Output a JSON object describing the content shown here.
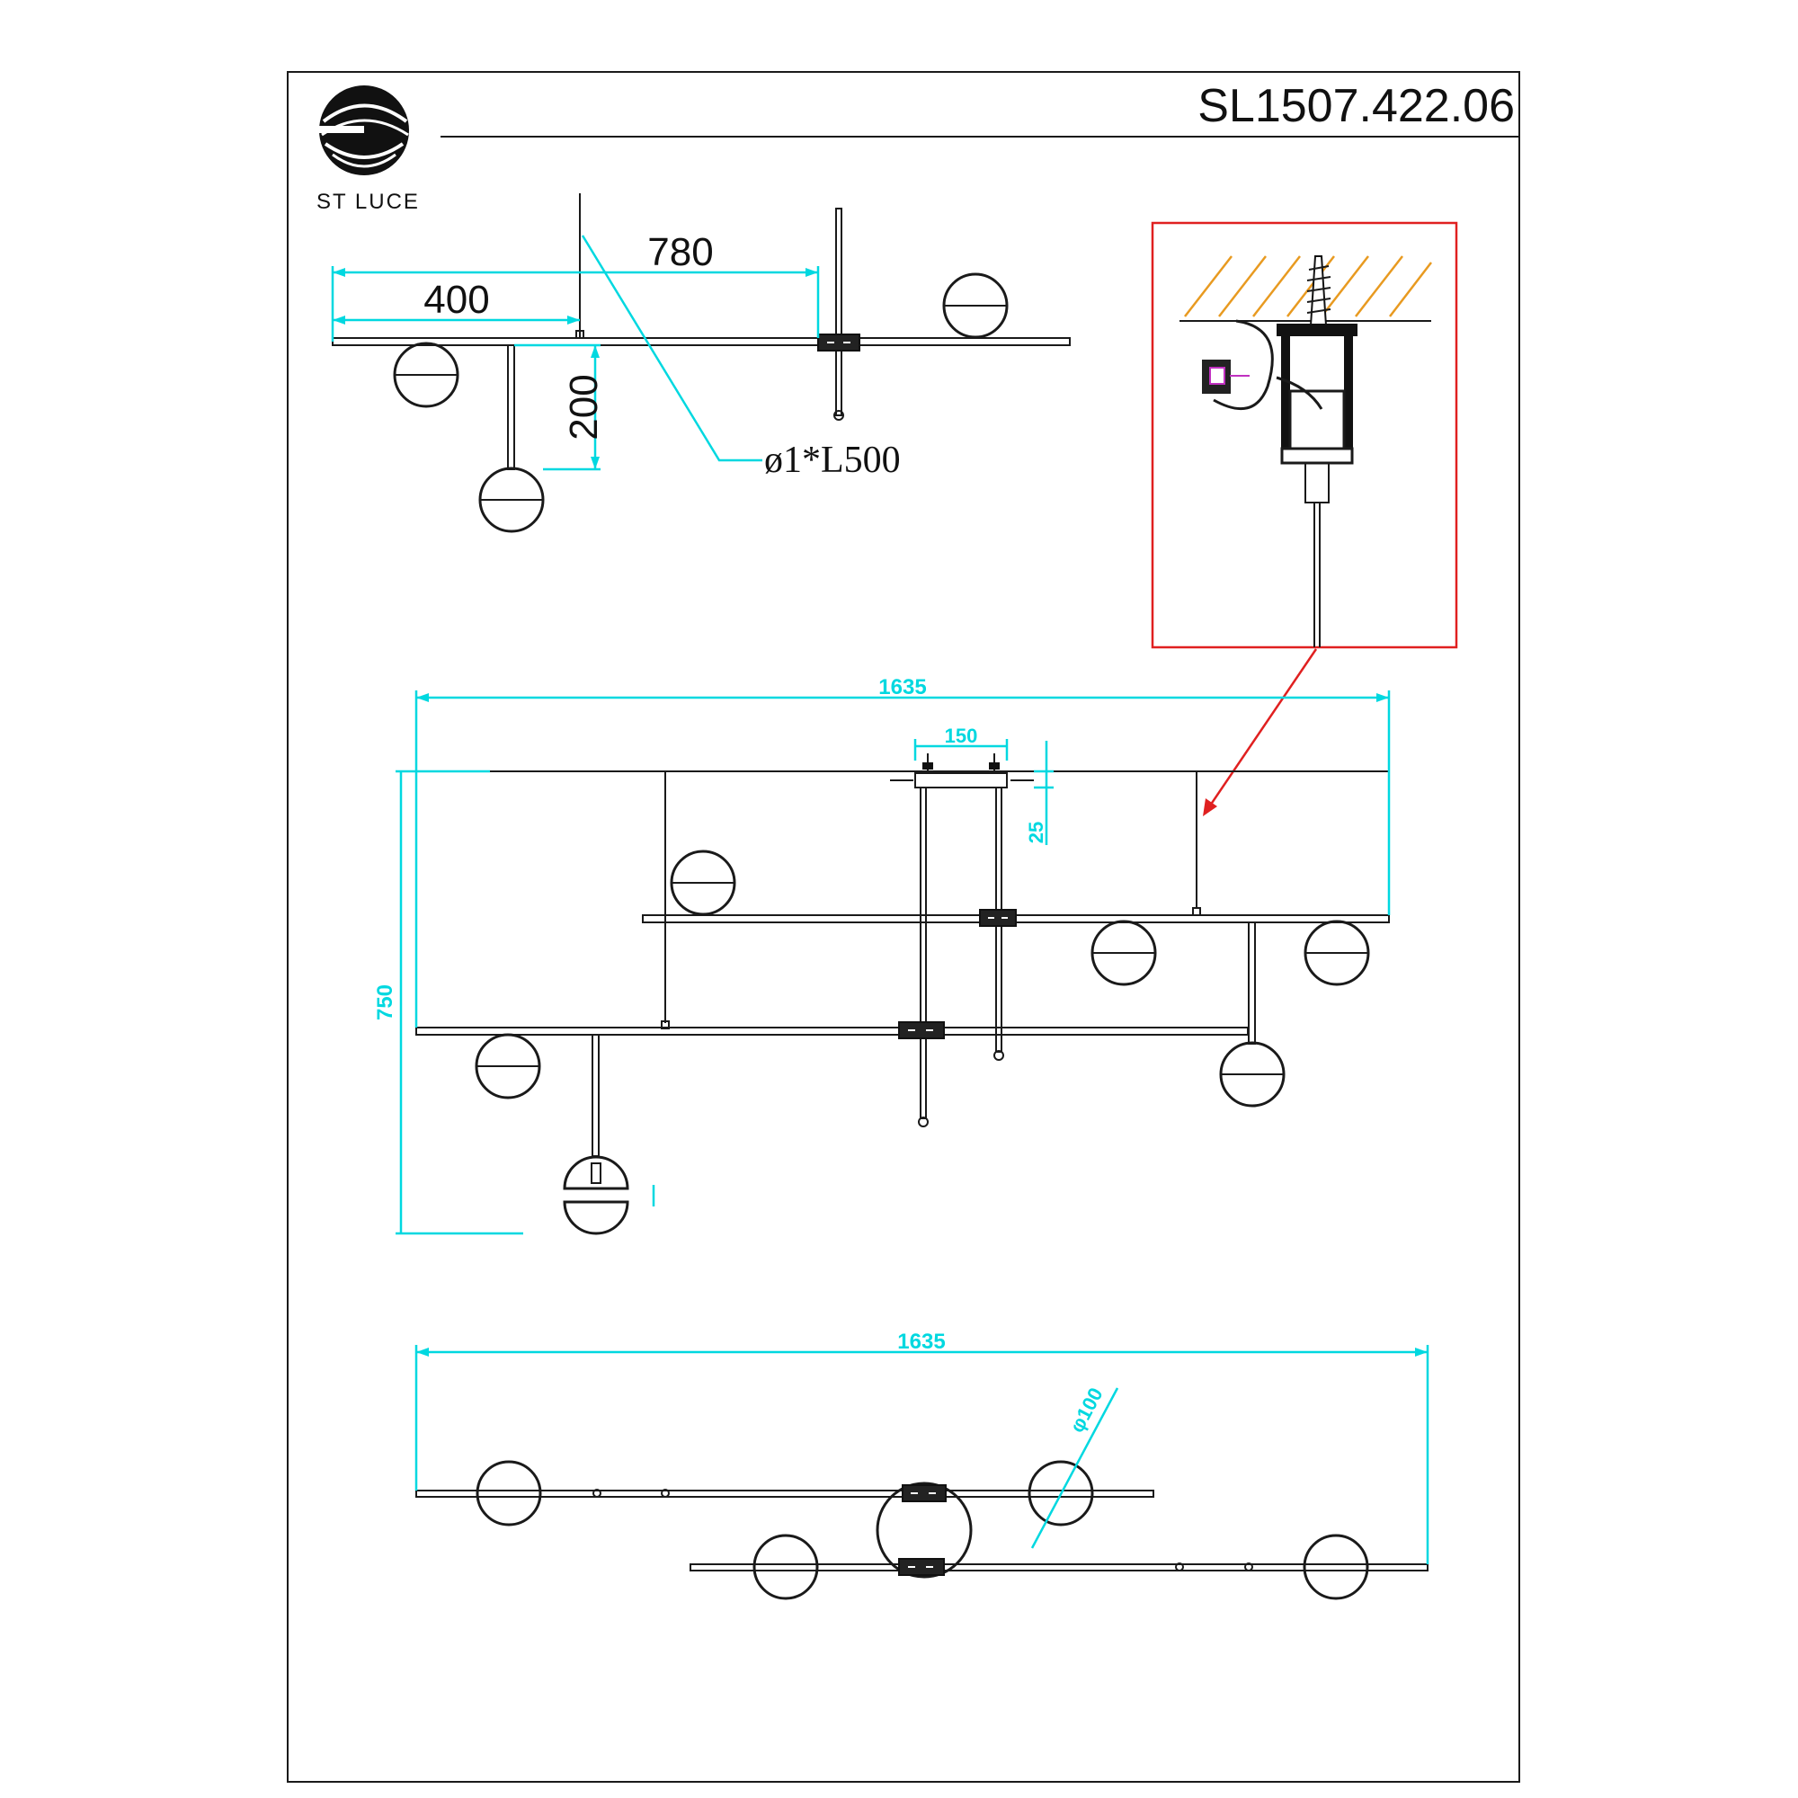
{
  "header": {
    "brand": "ST LUCE",
    "model": "SL1507.422.06"
  },
  "top_view": {
    "dim_780": "780",
    "dim_400": "400",
    "dim_200": "200",
    "cable_label": "ø1*L500"
  },
  "front_view": {
    "dim_width": "1635",
    "dim_base": "150",
    "dim_25": "25",
    "dim_height": "750"
  },
  "plan_view": {
    "dim_width": "1635",
    "dim_globe": "φ100"
  },
  "colors": {
    "line": "#1a1a1a",
    "dimension": "#00d8e0",
    "detail_frame": "#e02020",
    "ceiling_hatch": "#e89a20"
  }
}
